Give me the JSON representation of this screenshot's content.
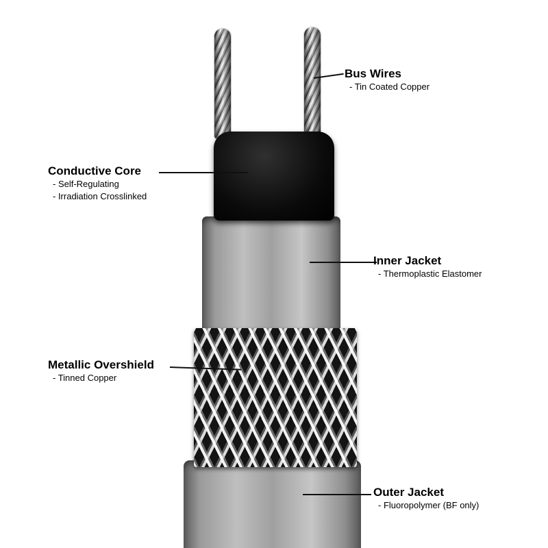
{
  "colors": {
    "background": "#ffffff",
    "jacket_gray": "#a0a0a0",
    "core_black": "#0a0a0a",
    "braid_dark": "#141414",
    "leader_line": "#101010",
    "text": "#000000"
  },
  "labels": {
    "bus_wires": {
      "title": "Bus Wires",
      "line1": "- Tin Coated Copper"
    },
    "conductive_core": {
      "title": "Conductive Core",
      "line1": "- Self-Regulating",
      "line2": "- Irradiation Crosslinked"
    },
    "inner_jacket": {
      "title": "Inner Jacket",
      "line1": "- Thermoplastic Elastomer"
    },
    "metallic_overshield": {
      "title": "Metallic Overshield",
      "line1": "- Tinned Copper"
    },
    "outer_jacket": {
      "title": "Outer Jacket",
      "line1": "- Fluoropolymer (BF only)"
    }
  }
}
